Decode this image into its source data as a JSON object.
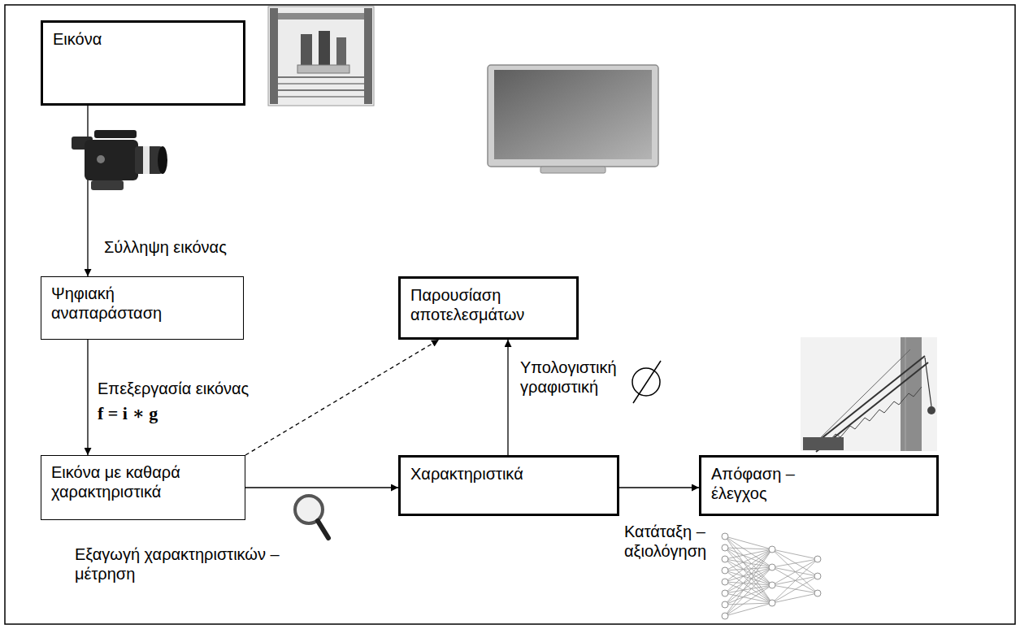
{
  "diagram": {
    "nodes": [
      {
        "text": [
          "Εικόνα"
        ]
      },
      {
        "text": [
          "Ψηφιακή αναπαράσταση"
        ]
      },
      {
        "text": [
          "Εικόνα με καθαρά χαρακτηριστικά"
        ]
      },
      {
        "text": [
          "Παρουσίαση αποτελεσμάτων"
        ]
      },
      {
        "text": [
          "Χαρακτηριστικά"
        ]
      },
      {
        "text": [
          "Απόφαση – έλεγχος"
        ]
      }
    ],
    "edges": [
      {
        "from": 0,
        "to": 1,
        "arrow": "to",
        "label": "Σύλληψη εικόνας"
      },
      {
        "from": 1,
        "to": 2,
        "arrow": "to",
        "label": "Επεξεργασία εικόνας"
      },
      {
        "from": 2,
        "to": 3,
        "arrow": "to"
      },
      {
        "from": 2,
        "to": 4,
        "arrow": "to",
        "label": "Εξαγωγή χαρακτηριστικών – μέτρηση"
      },
      {
        "from": 4,
        "to": 3,
        "arrow": "to",
        "label": "Υπολογιστική γραφιστική"
      },
      {
        "from": 4,
        "to": 5,
        "arrow": "to",
        "label": "Κατάταξη – αξιολόγηση"
      }
    ],
    "labels": [
      "f = i ∗ g"
    ]
  }
}
